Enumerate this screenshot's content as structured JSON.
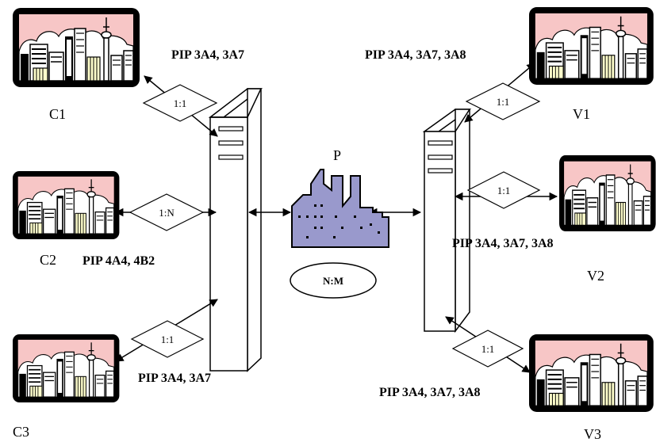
{
  "colors": {
    "sky": "#f7c6c6",
    "building": "#9999cc",
    "screen_frame": "#000000",
    "window_yellow": "#ffffcc"
  },
  "clients": [
    {
      "id": "C1",
      "label": "C1"
    },
    {
      "id": "C2",
      "label": "C2"
    },
    {
      "id": "C3",
      "label": "C3"
    }
  ],
  "vendors": [
    {
      "id": "V1",
      "label": "V1"
    },
    {
      "id": "V2",
      "label": "V2"
    },
    {
      "id": "V3",
      "label": "V3"
    }
  ],
  "center": {
    "label": "P",
    "ratio": "N:M"
  },
  "relations": {
    "c1": "1:1",
    "c2": "1:N",
    "c3": "1:1",
    "v1": "1:1",
    "v2": "1:1",
    "v3": "1:1"
  },
  "pip": {
    "c1": "PIP 3A4, 3A7",
    "c2": "PIP 4A4, 4B2",
    "c3": "PIP 3A4, 3A7",
    "v1": "PIP 3A4, 3A7, 3A8",
    "v2": "PIP 3A4, 3A7, 3A8",
    "v3": "PIP 3A4, 3A7, 3A8"
  }
}
